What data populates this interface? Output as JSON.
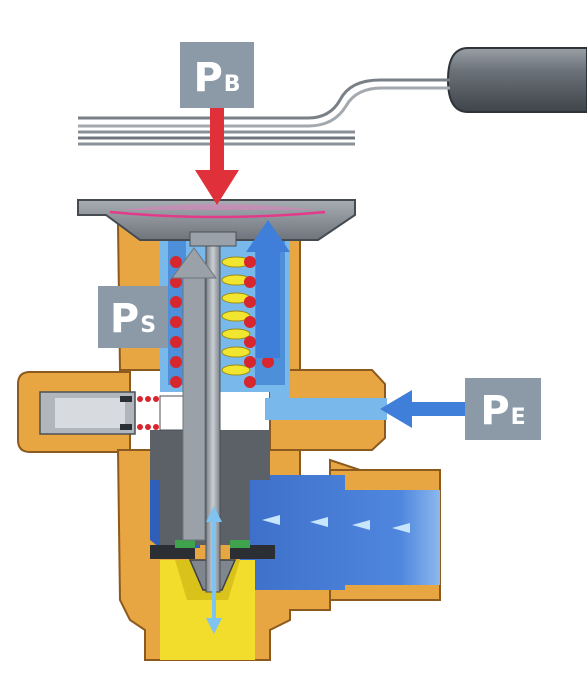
{
  "labels": {
    "pb": {
      "main": "P",
      "sub": "B"
    },
    "ps": {
      "main": "P",
      "sub": "S"
    },
    "pe": {
      "main": "P",
      "sub": "E"
    }
  },
  "colors": {
    "brass": "#e8a642",
    "brass_dark": "#b8782a",
    "steel": "#8f959c",
    "steel_dark": "#5f656c",
    "refrigerant_blue": "#3f78d6",
    "light_blue": "#78b8ea",
    "liquid_yellow": "#f2dd2c",
    "spring_red": "#d8262f",
    "arrow_red": "#e0313a",
    "arrow_blue": "#3f7fd9",
    "arrow_gray": "#9aa1a8",
    "label_bg": "#8c9aa8"
  }
}
